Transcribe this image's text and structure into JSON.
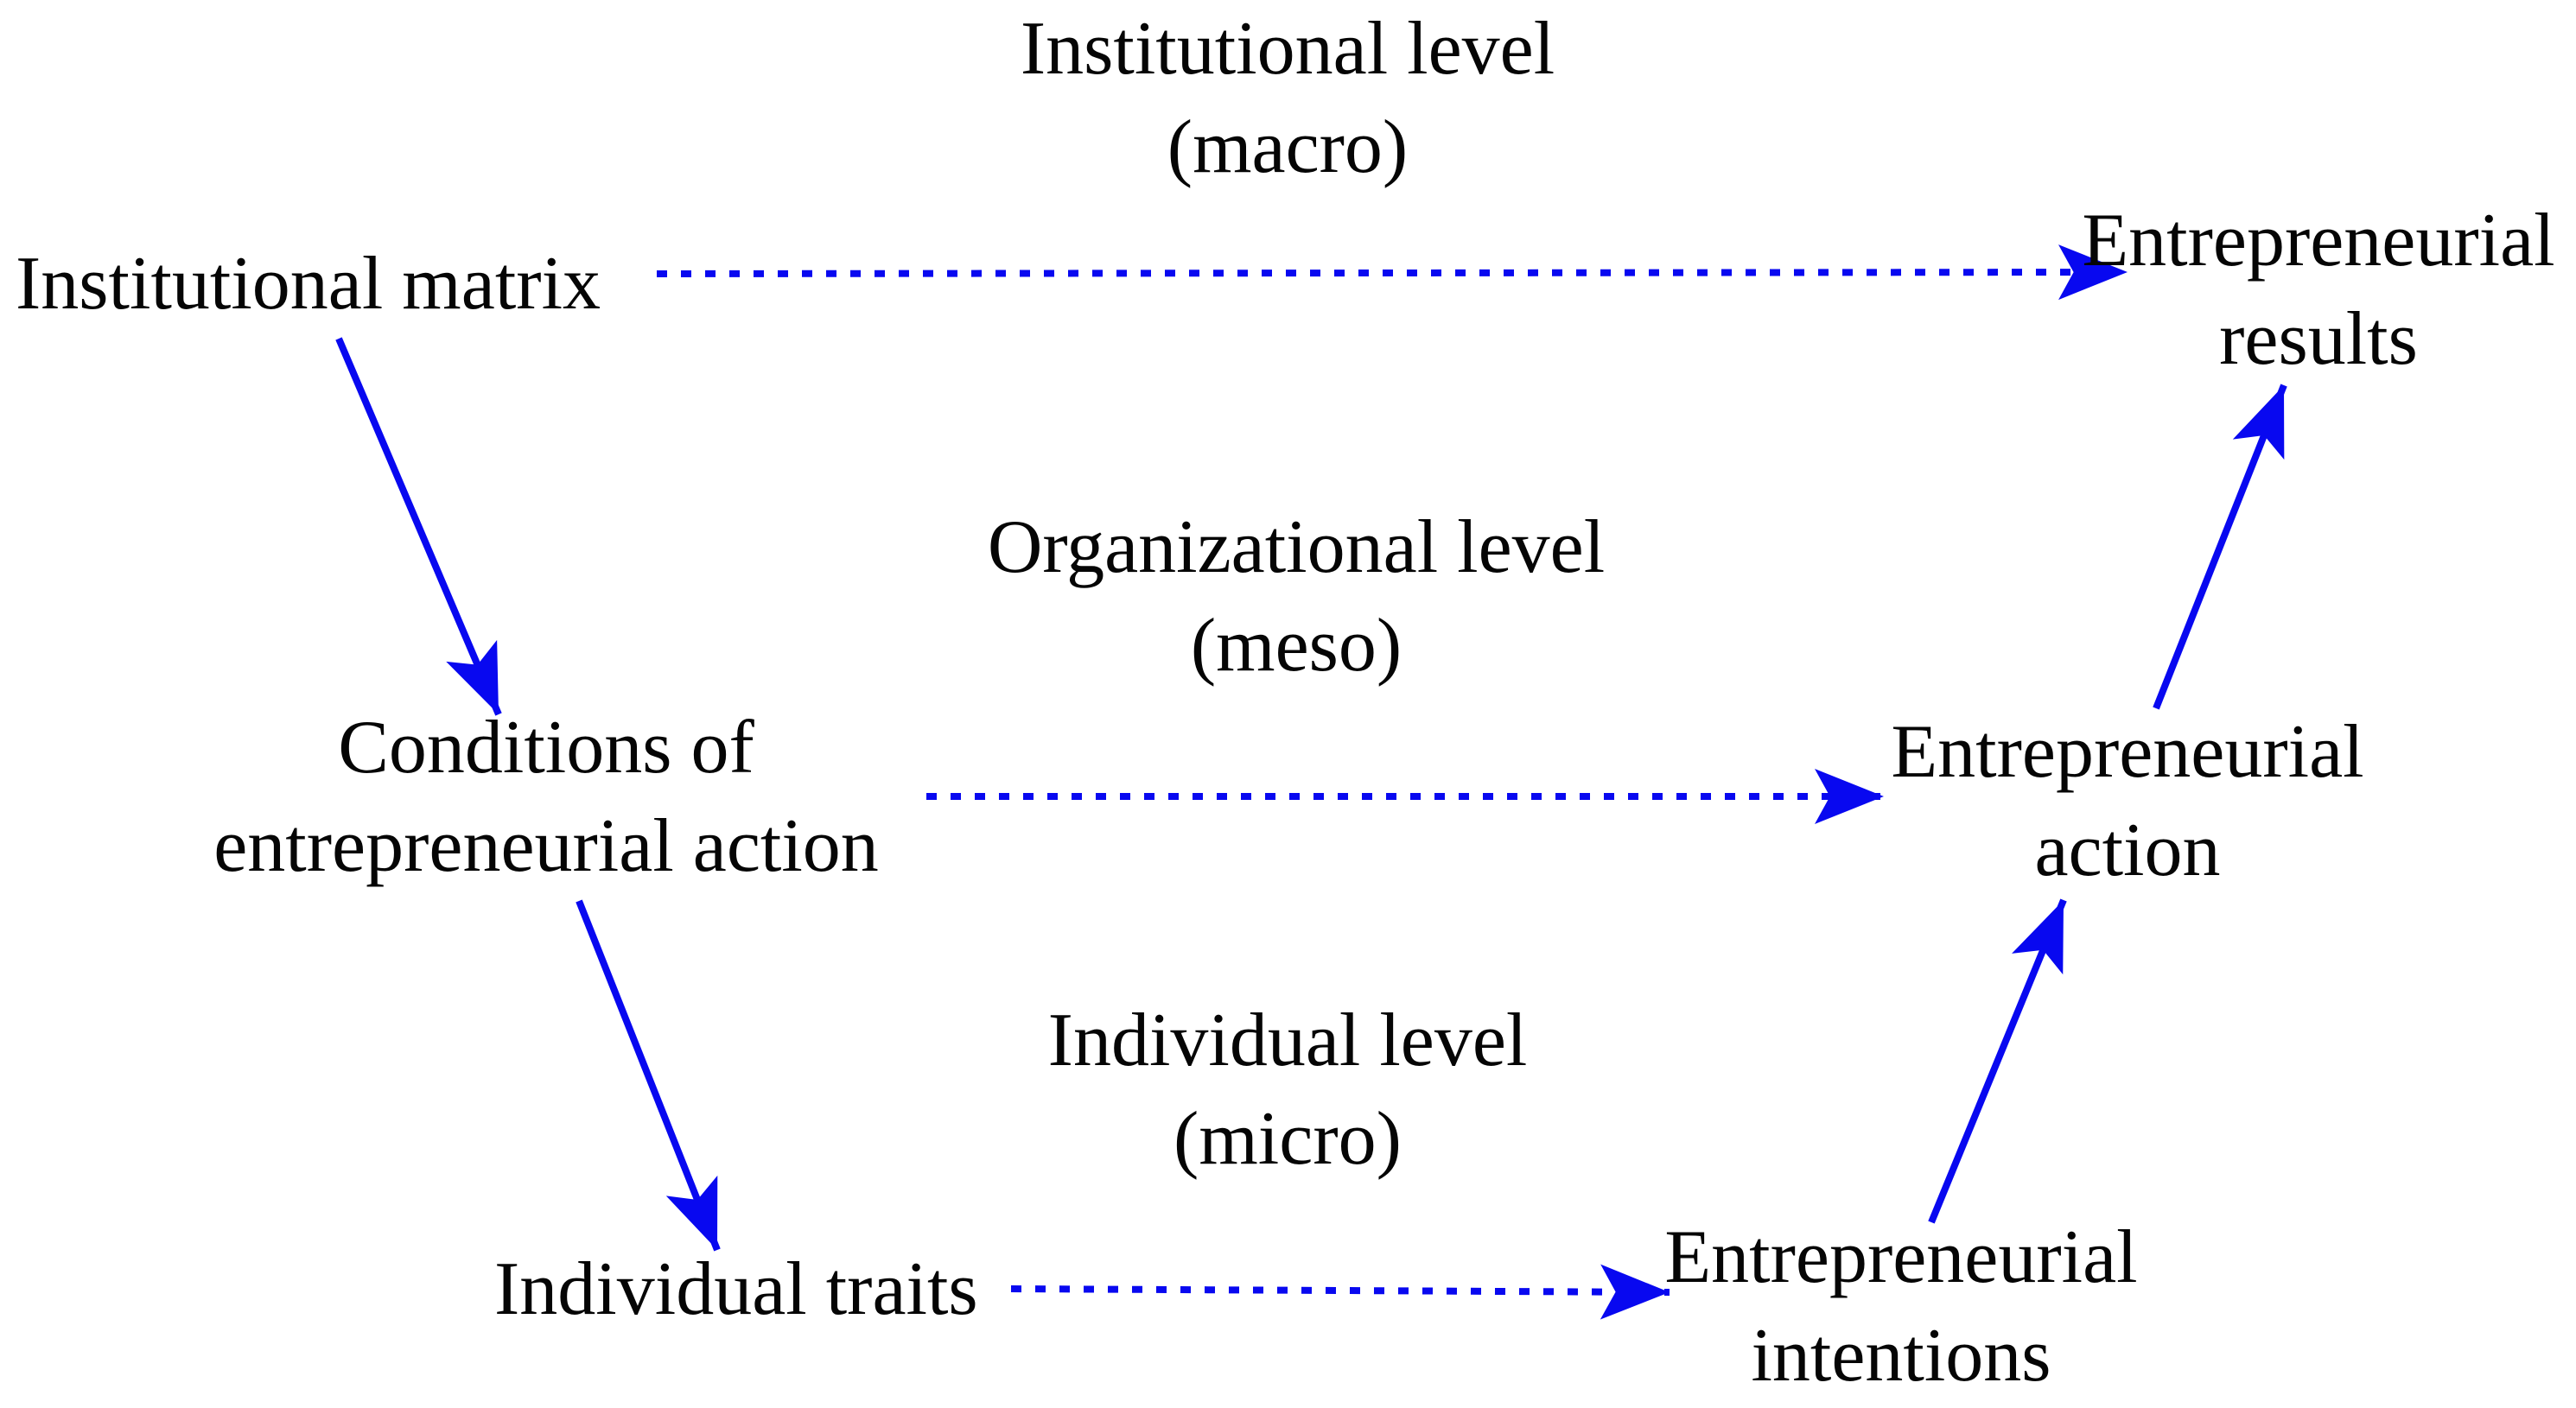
{
  "colors": {
    "arrow": "#0808f0",
    "text": "#050505",
    "background": "#ffffff"
  },
  "levels": [
    {
      "id": "macro",
      "label": "Institutional level\n(macro)"
    },
    {
      "id": "meso",
      "label": "Organizational level\n(meso)"
    },
    {
      "id": "micro",
      "label": "Individual level\n(micro)"
    }
  ],
  "nodes": [
    {
      "id": "institutional-matrix",
      "label": "Institutional matrix"
    },
    {
      "id": "entrepreneurial-results",
      "label": "Entrepreneurial\nresults"
    },
    {
      "id": "conditions-of-entrepreneurial-action",
      "label": "Conditions of\nentrepreneurial action"
    },
    {
      "id": "entrepreneurial-action",
      "label": "Entrepreneurial\naction"
    },
    {
      "id": "individual-traits",
      "label": "Individual traits"
    },
    {
      "id": "entrepreneurial-intentions",
      "label": "Entrepreneurial\nintentions"
    }
  ],
  "edges": [
    {
      "from": "Institutional matrix",
      "to": "Entrepreneurial results",
      "style": "dashed"
    },
    {
      "from": "Institutional matrix",
      "to": "Conditions of entrepreneurial action",
      "style": "solid"
    },
    {
      "from": "Conditions of entrepreneurial action",
      "to": "Entrepreneurial action",
      "style": "dashed"
    },
    {
      "from": "Conditions of entrepreneurial action",
      "to": "Individual traits",
      "style": "solid"
    },
    {
      "from": "Individual traits",
      "to": "Entrepreneurial intentions",
      "style": "dashed"
    },
    {
      "from": "Entrepreneurial intentions",
      "to": "Entrepreneurial action",
      "style": "solid"
    },
    {
      "from": "Entrepreneurial action",
      "to": "Entrepreneurial results",
      "style": "solid"
    }
  ]
}
